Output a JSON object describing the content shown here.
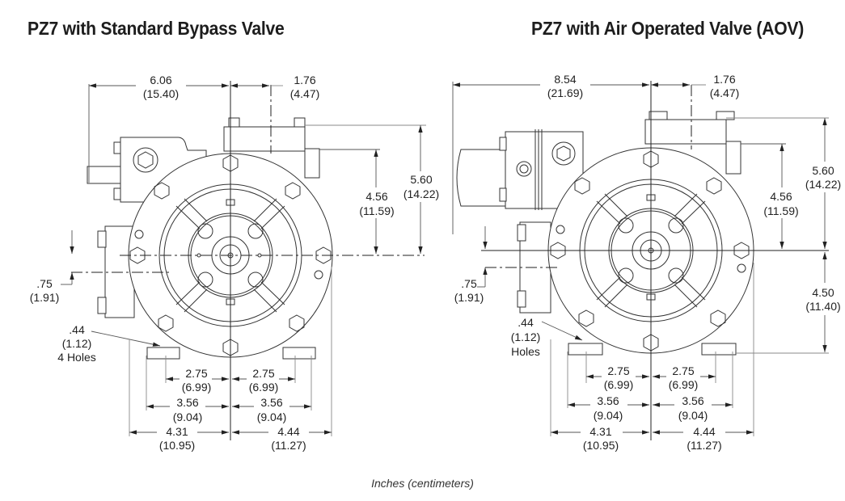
{
  "titles": {
    "left": "PZ7 with Standard Bypass Valve",
    "right": "PZ7 with Air Operated Valve (AOV)"
  },
  "footer": "Inches (centimeters)",
  "left_diagram": {
    "name": "PZ7 with Standard Bypass Valve",
    "dims": {
      "top_width": {
        "in": "6.06",
        "cm": "(15.40)"
      },
      "top_offset": {
        "in": "1.76",
        "cm": "(4.47)"
      },
      "height_inner": {
        "in": "4.56",
        "cm": "(11.59)"
      },
      "height_outer": {
        "in": "5.60",
        "cm": "(14.22)"
      },
      "side_offset": {
        "in": ".75",
        "cm": "(1.91)"
      },
      "holes": {
        "in": ".44",
        "cm": "(1.12)",
        "note": "4 Holes"
      },
      "base_inner_left": {
        "in": "2.75",
        "cm": "(6.99)"
      },
      "base_inner_right": {
        "in": "2.75",
        "cm": "(6.99)"
      },
      "base_mid_left": {
        "in": "3.56",
        "cm": "(9.04)"
      },
      "base_mid_right": {
        "in": "3.56",
        "cm": "(9.04)"
      },
      "base_outer_left": {
        "in": "4.31",
        "cm": "(10.95)"
      },
      "base_outer_right": {
        "in": "4.44",
        "cm": "(11.27)"
      }
    }
  },
  "right_diagram": {
    "name": "PZ7 with Air Operated Valve (AOV)",
    "dims": {
      "top_width": {
        "in": "8.54",
        "cm": "(21.69)"
      },
      "top_offset": {
        "in": "1.76",
        "cm": "(4.47)"
      },
      "height_inner": {
        "in": "4.56",
        "cm": "(11.59)"
      },
      "height_outer": {
        "in": "5.60",
        "cm": "(14.22)"
      },
      "shaft_height": {
        "in": "4.50",
        "cm": "(11.40)"
      },
      "side_offset": {
        "in": ".75",
        "cm": "(1.91)"
      },
      "holes": {
        "in": ".44",
        "cm": "(1.12)",
        "note": "Holes"
      },
      "base_inner_left": {
        "in": "2.75",
        "cm": "(6.99)"
      },
      "base_inner_right": {
        "in": "2.75",
        "cm": "(6.99)"
      },
      "base_mid_left": {
        "in": "3.56",
        "cm": "(9.04)"
      },
      "base_mid_right": {
        "in": "3.56",
        "cm": "(9.04)"
      },
      "base_outer_left": {
        "in": "4.31",
        "cm": "(10.95)"
      },
      "base_outer_right": {
        "in": "4.44",
        "cm": "(11.27)"
      }
    }
  }
}
